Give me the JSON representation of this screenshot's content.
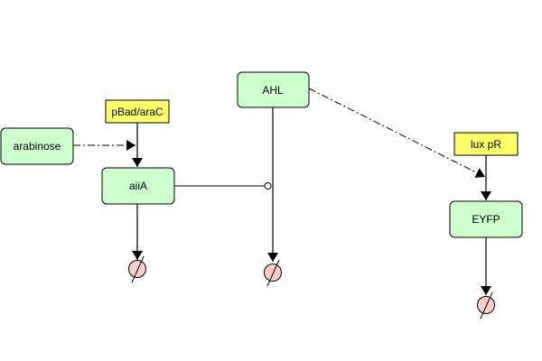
{
  "diagram": {
    "colors": {
      "species_fill": "#ccffcc",
      "promoter_fill": "#ffff66",
      "degradation_fill": "#ffcccc",
      "stroke": "#000000"
    },
    "nodes": {
      "arabinose": {
        "label": "arabinose",
        "type": "species"
      },
      "pbad": {
        "label": "pBad/araC",
        "type": "promoter"
      },
      "aiia": {
        "label": "aiiA",
        "type": "species"
      },
      "ahl": {
        "label": "AHL",
        "type": "species"
      },
      "luxpr": {
        "label": "lux pR",
        "type": "promoter"
      },
      "eyfp": {
        "label": "EYFP",
        "type": "species"
      }
    },
    "edges": [
      {
        "from": "arabinose",
        "to": "pbad",
        "type": "dash-dot activation"
      },
      {
        "from": "pbad",
        "to": "aiia",
        "type": "production"
      },
      {
        "from": "aiia",
        "to": "ahl",
        "type": "inhibition (circle)"
      },
      {
        "from": "ahl",
        "to": "luxpr",
        "type": "dash-dot activation"
      },
      {
        "from": "luxpr",
        "to": "eyfp",
        "type": "production"
      },
      {
        "from": "aiia",
        "to": "degradation",
        "type": "degradation"
      },
      {
        "from": "ahl",
        "to": "degradation",
        "type": "degradation"
      },
      {
        "from": "eyfp",
        "to": "degradation",
        "type": "degradation"
      }
    ]
  }
}
